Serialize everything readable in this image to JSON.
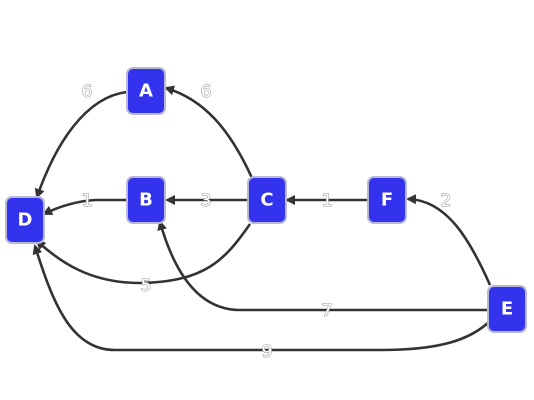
{
  "graph": {
    "nodes": [
      {
        "id": "A",
        "label": "A"
      },
      {
        "id": "B",
        "label": "B"
      },
      {
        "id": "C",
        "label": "C"
      },
      {
        "id": "D",
        "label": "D"
      },
      {
        "id": "E",
        "label": "E"
      },
      {
        "id": "F",
        "label": "F"
      }
    ],
    "edges": [
      {
        "from": "A",
        "to": "D",
        "weight": "6"
      },
      {
        "from": "C",
        "to": "A",
        "weight": "6"
      },
      {
        "from": "B",
        "to": "D",
        "weight": "1"
      },
      {
        "from": "C",
        "to": "B",
        "weight": "3"
      },
      {
        "from": "F",
        "to": "C",
        "weight": "1"
      },
      {
        "from": "E",
        "to": "F",
        "weight": "2"
      },
      {
        "from": "C",
        "to": "D",
        "weight": "5"
      },
      {
        "from": "E",
        "to": "B",
        "weight": "7"
      },
      {
        "from": "E",
        "to": "D",
        "weight": "9"
      }
    ],
    "colors": {
      "node_fill": "#3333ee",
      "node_border": "#b7b7d6",
      "edge": "#333333",
      "label_text": "#ffffff"
    }
  }
}
